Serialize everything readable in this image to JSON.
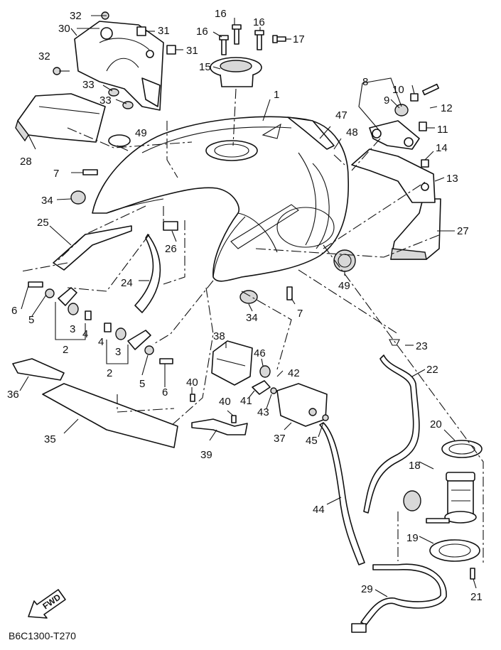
{
  "diagram": {
    "code": "B6C1300-T270",
    "fwd": "FWD",
    "labels": {
      "l1": "1",
      "l2a": "2",
      "l2b": "2",
      "l3a": "3",
      "l3b": "3",
      "l4a": "4",
      "l4b": "4",
      "l5a": "5",
      "l5b": "5",
      "l6a": "6",
      "l6b": "6",
      "l7a": "7",
      "l7b": "7",
      "l8": "8",
      "l9": "9",
      "l10": "10",
      "l11": "11",
      "l12": "12",
      "l13": "13",
      "l14": "14",
      "l15": "15",
      "l16a": "16",
      "l16b": "16",
      "l16c": "16",
      "l17": "17",
      "l18": "18",
      "l19": "19",
      "l20": "20",
      "l21": "21",
      "l22": "22",
      "l23": "23",
      "l24": "24",
      "l25": "25",
      "l26": "26",
      "l27": "27",
      "l28": "28",
      "l29": "29",
      "l30": "30",
      "l31a": "31",
      "l31b": "31",
      "l32a": "32",
      "l32b": "32",
      "l33a": "33",
      "l33b": "33",
      "l34a": "34",
      "l34b": "34",
      "l35": "35",
      "l36": "36",
      "l37": "37",
      "l38": "38",
      "l39": "39",
      "l40a": "40",
      "l40b": "40",
      "l41": "41",
      "l42": "42",
      "l43": "43",
      "l44": "44",
      "l45": "45",
      "l46": "46",
      "l47": "47",
      "l48": "48",
      "l49a": "49",
      "l49b": "49"
    }
  }
}
